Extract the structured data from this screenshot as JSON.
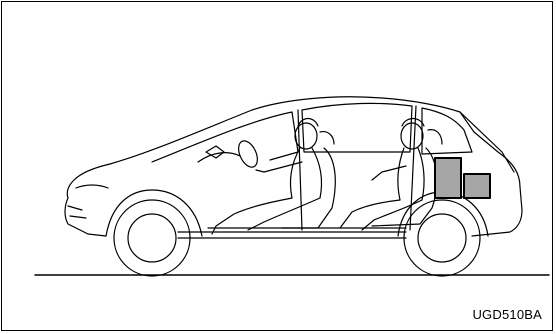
{
  "figure": {
    "label": "UGD510BA",
    "line_color": "#000000",
    "highlight_fill": "#a6a6a6",
    "background": "#ffffff",
    "icons": [
      "car-side-view-illustration",
      "driver-figure",
      "rear-passenger-figure",
      "cargo-box"
    ]
  }
}
